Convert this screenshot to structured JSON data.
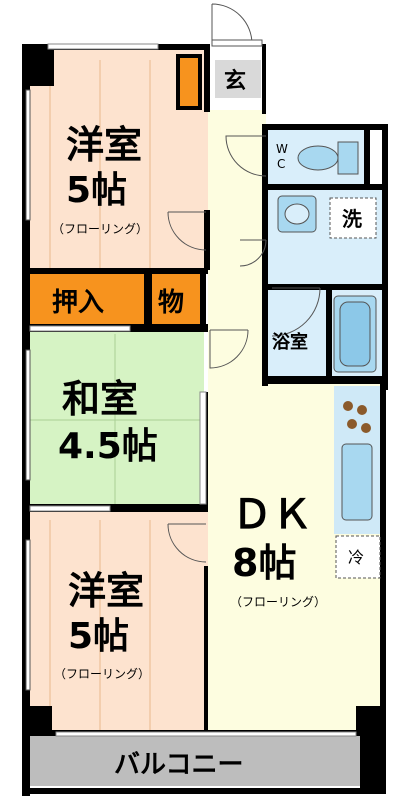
{
  "rooms": {
    "western_top": {
      "name": "洋室",
      "size": "5帖",
      "floor": "（フローリング）"
    },
    "oshiire": {
      "name": "押入"
    },
    "mono": {
      "name": "物"
    },
    "japanese": {
      "name": "和室",
      "size": "4.5帖"
    },
    "western_bottom": {
      "name": "洋室",
      "size": "5帖",
      "floor": "（フローリング）"
    },
    "entrance": {
      "name": "玄"
    },
    "wc": {
      "line1": "W",
      "line2": "C"
    },
    "washroom": {
      "name": "洗"
    },
    "bathroom": {
      "name": "浴室"
    },
    "dk": {
      "name": "ＤＫ",
      "size": "8帖",
      "floor": "（フローリング）"
    },
    "fridge": {
      "name": "冷"
    },
    "balcony": {
      "name": "バルコニー"
    }
  },
  "colors": {
    "western": "#fde3cf",
    "japanese": "#d6f3c4",
    "storage": "#f7931e",
    "dk": "#fdfde0",
    "wet": "#d9eefa",
    "fixture": "#a8d8f0",
    "balcony": "#bdbdbd",
    "wall": "#000000"
  }
}
